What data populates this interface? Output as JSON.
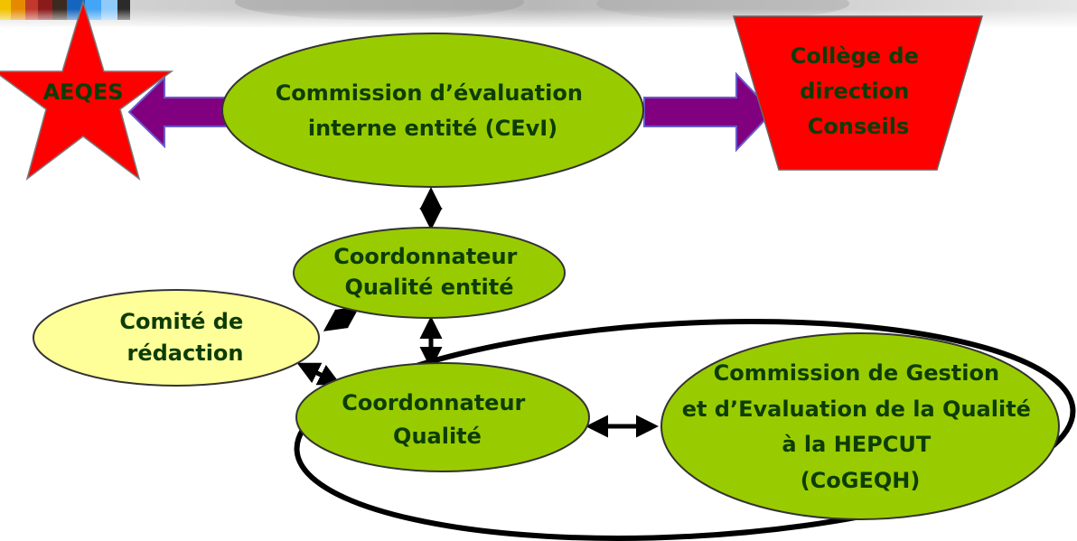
{
  "colors": {
    "node_green": "#99cc00",
    "node_yellow": "#ffff99",
    "accent_red": "#ff0000",
    "arrow_purple": "#800080",
    "text_green": "#0d3d06",
    "outline": "#000000"
  },
  "nodes": {
    "aeqes": {
      "label": "AEQES",
      "shape": "star"
    },
    "cevi": {
      "lines": [
        "Commission d’évaluation",
        "interne  entité (CEvI)"
      ]
    },
    "college": {
      "lines": [
        "Collège de",
        "direction",
        "Conseils"
      ],
      "shape": "trapezoid"
    },
    "coord_entite": {
      "lines": [
        "Coordonnateur",
        "Qualité entité"
      ]
    },
    "comite": {
      "lines": [
        "Comité de",
        "rédaction"
      ]
    },
    "coord_qualite": {
      "lines": [
        "Coordonnateur",
        "Qualité"
      ]
    },
    "cogeqh": {
      "lines": [
        "Commission de Gestion",
        "et d’Evaluation de la Qualité",
        "à la HEPCUT",
        "(CoGEQH)"
      ]
    }
  },
  "edges": [
    {
      "from": "cevi",
      "to": "aeqes",
      "style": "block-arrow"
    },
    {
      "from": "cevi",
      "to": "college",
      "style": "block-arrow"
    },
    {
      "from": "cevi",
      "to": "coord_entite",
      "style": "double-headed"
    },
    {
      "from": "coord_entite",
      "to": "comite",
      "style": "double-headed"
    },
    {
      "from": "coord_entite",
      "to": "coord_qualite",
      "style": "double-headed"
    },
    {
      "from": "comite",
      "to": "coord_qualite",
      "style": "double-headed"
    },
    {
      "from": "coord_qualite",
      "to": "cogeqh",
      "style": "double-headed"
    }
  ],
  "grouping": {
    "label": "",
    "members": [
      "coord_qualite",
      "cogeqh"
    ],
    "shape": "ellipse-outline"
  }
}
